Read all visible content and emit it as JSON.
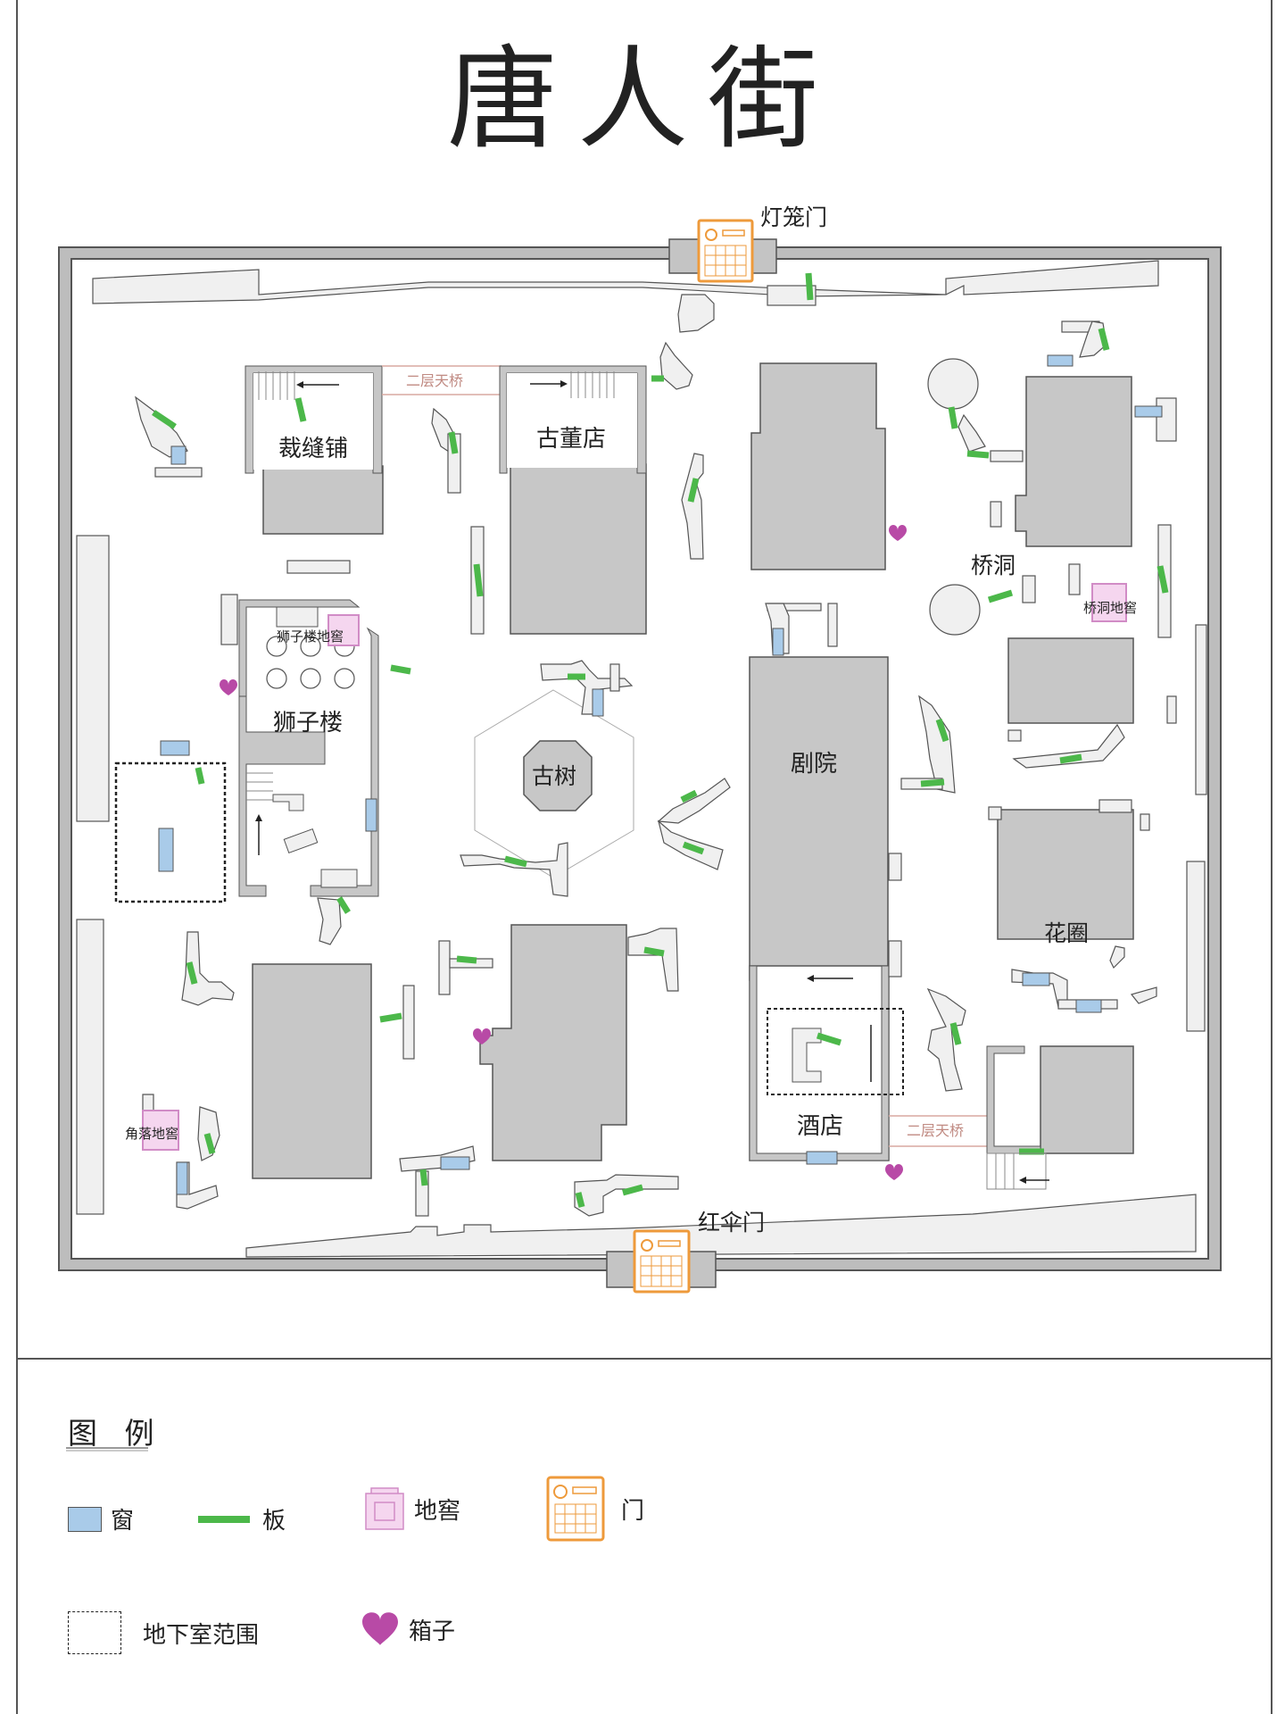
{
  "page": {
    "title": "唐人街"
  },
  "map": {
    "gates": {
      "top": "灯笼门",
      "bottom": "红伞门"
    },
    "buildings": {
      "tailor": "裁缝铺",
      "antique": "古董店",
      "lion_tower": "狮子楼",
      "theatre": "剧院",
      "hotel": "酒店",
      "flower_bed": "花圈",
      "bridge_cave": "桥洞",
      "old_tree": "古树"
    },
    "bridges": {
      "north": "二层天桥",
      "south": "二层天桥"
    },
    "cellars": {
      "lion": "狮子楼地窖",
      "bridge": "桥洞地窖",
      "corner": "角落地窖"
    }
  },
  "legend": {
    "title": "图 例",
    "window": "窗",
    "board": "板",
    "cellar": "地窖",
    "door": "门",
    "basement_area": "地下室范围",
    "box": "箱子"
  },
  "colors": {
    "window": "#a9cbe9",
    "board": "#4cb84a",
    "cellar": "#e8a6dc",
    "door": "#ee9a3b",
    "box": "#b84aa6",
    "building": "#c7c7c7",
    "wall": "#bfbfbf",
    "bridge": "#d9a9a0"
  }
}
